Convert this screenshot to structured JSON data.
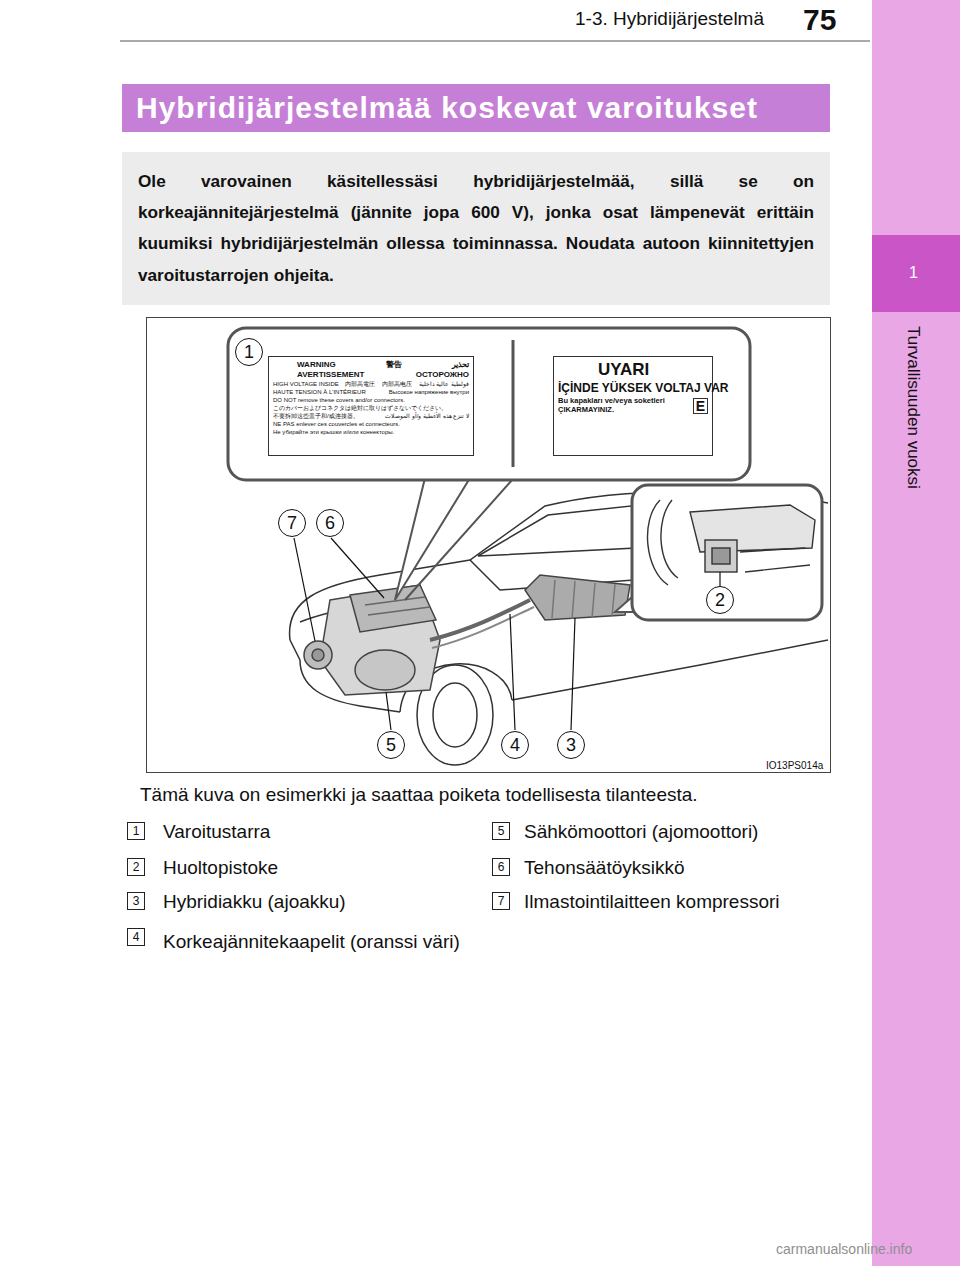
{
  "diagram": {
    "title": "Hybridijärjestelmää koskevat varoitukset",
    "caption": "Tämä kuva on esimerkki ja saattaa poiketa todellisesta tilanteesta.",
    "nodes": [
      {
        "text": [
          "Ole varovainen käsitellessäsi hybridijärjestelmää, sillä se on korkeajännitejärjestelmä (jännite jopa 600 V), jonka osat lämpenevät erittäin kuumiksi hybridijärjestelmän ollessa toiminnassa. Noudata autoon kiinnitettyjen varoitustarrojen ohjeita."
        ]
      },
      {
        "text": [
          "WARNING",
          "警告",
          "تحذير",
          "AVERTISSEMENT",
          "ОСТОРОЖНО",
          "HIGH VOLTAGE INSIDE",
          "内部高電圧",
          "内部高电压",
          "فولطية عالية داخلية",
          "HAUTE TENSION À L'INTÉRIEUR",
          "Высокое напряжение внутри",
          "DO NOT remove these covers and/or connectors.",
          "このカバーおよびコネクタは絶対に取りはずさないでください。",
          "不要拆卸这些盖子和/或连接器。",
          "لا تنزع هذه الأغطية و/أو الموصلات",
          "NE PAS enlever ces couvercles et connecteurs.",
          "Не убирайте эти крышки и/или коннекторы."
        ]
      },
      {
        "text": [
          "UYARI",
          "İÇİNDE YÜKSEK VOLTAJ VAR",
          "Bu kapakları ve/veya soketleri ÇIKARMAYINIZ.",
          "E"
        ]
      },
      {
        "text": [
          "1"
        ]
      },
      {
        "text": [
          "7"
        ]
      },
      {
        "text": [
          "6"
        ]
      },
      {
        "text": [
          "2"
        ]
      },
      {
        "text": [
          "5"
        ]
      },
      {
        "text": [
          "4"
        ]
      },
      {
        "text": [
          "3"
        ]
      },
      {
        "text": [
          "1"
        ]
      },
      {
        "text": [
          "2"
        ]
      },
      {
        "text": [
          "3"
        ]
      },
      {
        "text": [
          "4"
        ]
      },
      {
        "text": [
          "5"
        ]
      },
      {
        "text": [
          "6"
        ]
      },
      {
        "text": [
          "7"
        ]
      }
    ],
    "labels": [
      "1-3. Hybridijärjestelmä",
      "75",
      "1",
      "Turvallisuuden vuoksi",
      "IO13PS014a",
      "Varoitustarra",
      "Huoltopistoke",
      "Hybridiakku (ajoakku)",
      "Korkeajännitekaapelit (oranssi väri)",
      "Sähkömoottori (ajomoottori)",
      "Tehonsäätöyksikkö",
      "Ilmastointilaitteen kompressori",
      "carmanualsonline.info"
    ]
  }
}
